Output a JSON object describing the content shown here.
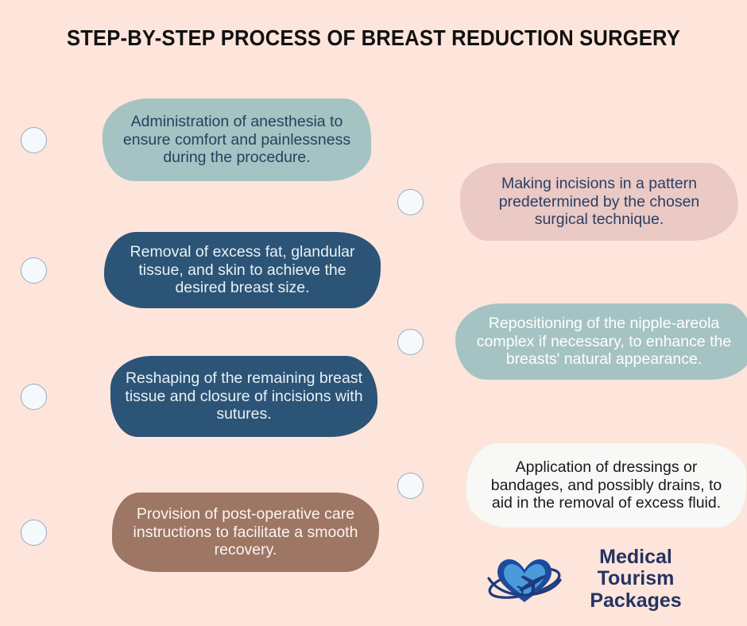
{
  "page": {
    "title": "STEP-BY-STEP PROCESS OF BREAST REDUCTION SURGERY",
    "background_color": "#FDE5DC"
  },
  "steps": [
    {
      "id": 1,
      "column": "left",
      "text": "Administration of anesthesia to ensure comfort and painlessness during the procedure.",
      "card_color": "#A5C3C3",
      "text_color": "#26415E",
      "bullet": "step-bullet-circle"
    },
    {
      "id": 2,
      "column": "right",
      "text": "Making incisions in a pattern predetermined by the chosen surgical technique.",
      "card_color": "#EBC9C5",
      "text_color": "#2A3F63",
      "bullet": "step-bullet-circle"
    },
    {
      "id": 3,
      "column": "left",
      "text": "Removal of excess fat, glandular tissue, and skin to achieve the desired breast size.",
      "card_color": "#2C5476",
      "text_color": "#E8F1F6",
      "bullet": "step-bullet-circle"
    },
    {
      "id": 4,
      "column": "right",
      "text": "Repositioning of the nipple-areola complex if necessary, to enhance the breasts' natural appearance.",
      "card_color": "#A5C3C3",
      "text_color": "#FFFFFF",
      "bullet": "step-bullet-circle"
    },
    {
      "id": 5,
      "column": "left",
      "text": "Reshaping of the remaining breast tissue and closure of incisions with sutures.",
      "card_color": "#2C5476",
      "text_color": "#E8F1F6",
      "bullet": "step-bullet-circle"
    },
    {
      "id": 6,
      "column": "right",
      "text": "Application of dressings or bandages, and possibly drains, to aid in the removal of excess fluid.",
      "card_color": "#F8F8F6",
      "text_color": "#1A1A1A",
      "bullet": "step-bullet-circle"
    },
    {
      "id": 7,
      "column": "left",
      "text": "Provision of post-operative care instructions to facilitate a smooth recovery.",
      "card_color": "#9D7664",
      "text_color": "#FBF5F2",
      "bullet": "step-bullet-circle"
    }
  ],
  "logo": {
    "name_line1": "Medical Tourism",
    "name_line2": "Packages",
    "text_color": "#253362",
    "mark_icon": "heart-airplane-orbit-icon",
    "heart_outer_color": "#1E4A9C",
    "heart_inner_color": "#4A9BDC",
    "orbit_color": "#1F3A7A",
    "airplane_color": "#1F3A7A"
  }
}
